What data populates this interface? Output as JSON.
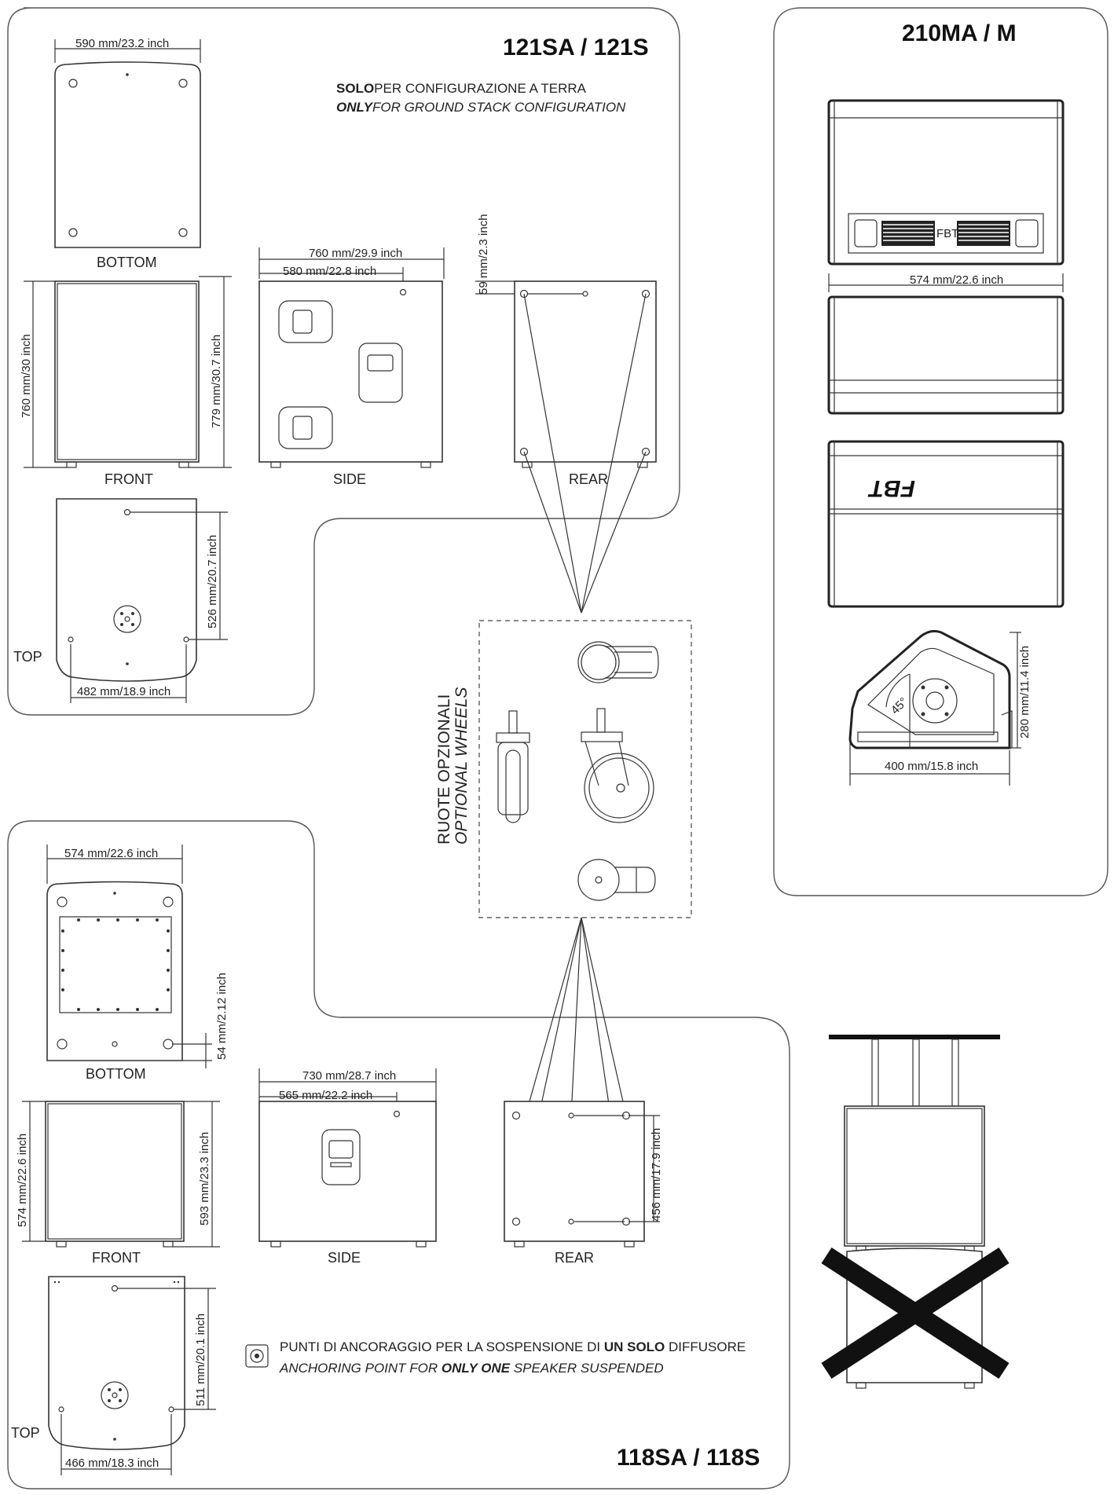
{
  "panels": {
    "top_left_title": "121SA / 121S",
    "right_title": "210MA / M",
    "bottom_left_title": "118SA / 118S"
  },
  "note_ground_stack": {
    "it_bold": "SOLO",
    "it_rest": "PER CONFIGURAZIONE A TERRA",
    "en_bold": "ONLY",
    "en_rest": "FOR GROUND STACK CONFIGURATION"
  },
  "views": {
    "bottom": "BOTTOM",
    "front": "FRONT",
    "side": "SIDE",
    "rear": "REAR",
    "top": "TOP"
  },
  "dims_121": {
    "bottom_width": "590 mm/23.2 inch",
    "front_height_left": "760 mm/30 inch",
    "front_height_right": "779 mm/30.7 inch",
    "side_depth": "760 mm/29.9 inch",
    "side_depth_inner": "580 mm/22.8 inch",
    "rear_offset": "59 mm/2.3 inch",
    "top_depth": "526 mm/20.7 inch",
    "top_width": "482 mm/18.9 inch"
  },
  "dims_210": {
    "width": "574 mm/22.6 inch",
    "height": "280 mm/11.4 inch",
    "depth": "400 mm/15.8 inch",
    "angle": "45°",
    "logo": "FBT"
  },
  "dims_118": {
    "bottom_width": "574 mm/22.6 inch",
    "bottom_offset": "54 mm/2.12 inch",
    "front_height_left": "574 mm/22.6 inch",
    "front_height_right": "593 mm/23.3 inch",
    "side_depth": "730 mm/28.7 inch",
    "side_depth_inner": "565 mm/22.2 inch",
    "rear_height": "456 mm/17.9 inch",
    "top_depth": "511 mm/20.1 inch",
    "top_width": "466 mm/18.3 inch"
  },
  "wheels": {
    "it": "RUOTE OPZIONALI",
    "en": "OPTIONAL WHEELS"
  },
  "anchor_note": {
    "it_a": "PUNTI DI ANCORAGGIO PER LA SOSPENSIONE DI ",
    "it_b": "UN SOLO",
    "it_c": " DIFFUSORE",
    "en_a": "ANCHORING POINT FOR ",
    "en_b": "ONLY ONE",
    "en_c": " SPEAKER SUSPENDED"
  }
}
